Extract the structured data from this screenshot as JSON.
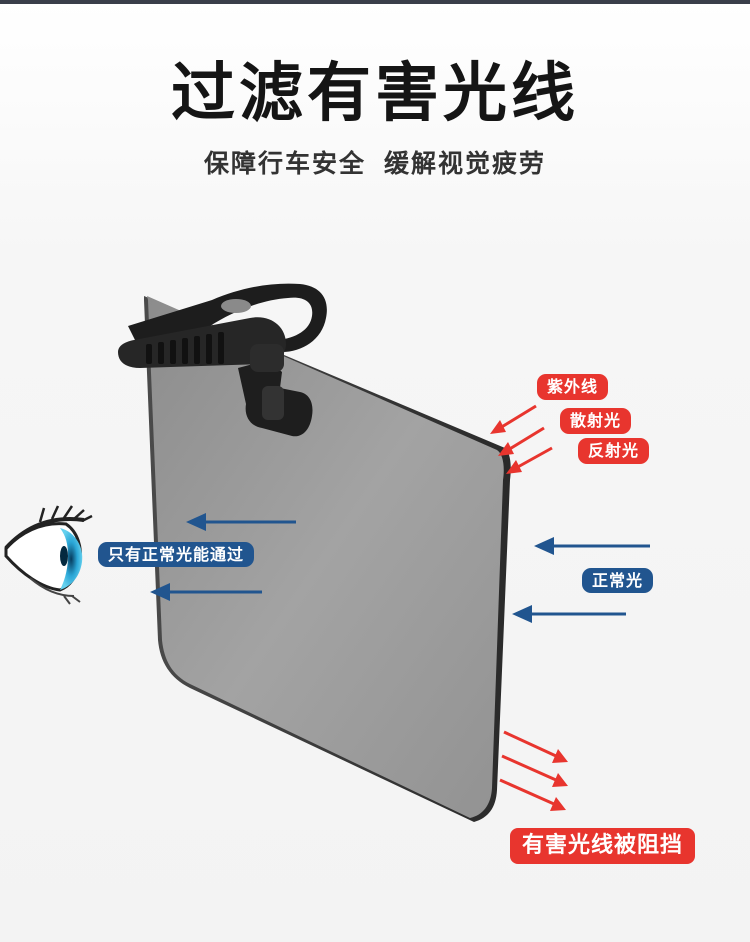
{
  "title": "过滤有害光线",
  "subtitle": {
    "part1": "保障行车安全",
    "part2": "缓解视觉疲劳"
  },
  "labels": {
    "uv": "紫外线",
    "scattered": "散射光",
    "reflected": "反射光",
    "normal": "正常光",
    "only_normal": "只有正常光能通过",
    "blocked": "有害光线被阻挡"
  },
  "icons": {
    "clip": "visor-clip-icon",
    "eye": "eye-icon",
    "arrow_blue": "arrow-left-icon",
    "arrow_red": "arrow-diagonal-icon"
  },
  "colors": {
    "red": "#e8352e",
    "blue": "#21558f",
    "lens": "#9a9a9a",
    "text_dark": "#151515"
  }
}
